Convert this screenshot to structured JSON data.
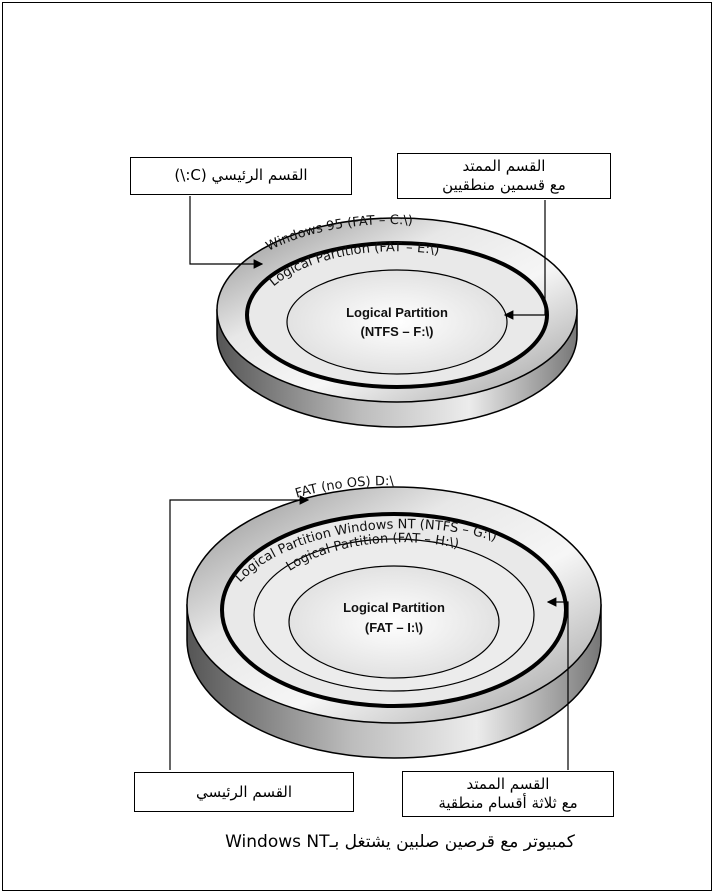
{
  "disk1": {
    "outer_ring": "Windows 95 (FAT – C:\\)",
    "middle_ring": "Logical Partition (FAT – E:\\)",
    "center_line1": "Logical Partition",
    "center_line2": "(NTFS – F:\\)",
    "primary_callout": "القسم الرئيسي (C:\\)",
    "extended_callout_line1": "القسم الممتد",
    "extended_callout_line2": "مع قسمين منطقيين"
  },
  "disk2": {
    "outer_ring": "FAT (no OS) D:\\",
    "ring2": "Logical Partition  Windows NT (NTFS – G:\\)",
    "ring3": "Logical Partition (FAT – H:\\)",
    "center_line1": "Logical Partition",
    "center_line2": "(FAT – I:\\)",
    "primary_callout": "القسم الرئيسي",
    "extended_callout_line1": "القسم الممتد",
    "extended_callout_line2": "مع ثلاثة أقسام منطقية"
  },
  "caption": "كمبيوتر مع قرصين صلبين يشتغل بـWindows NT"
}
